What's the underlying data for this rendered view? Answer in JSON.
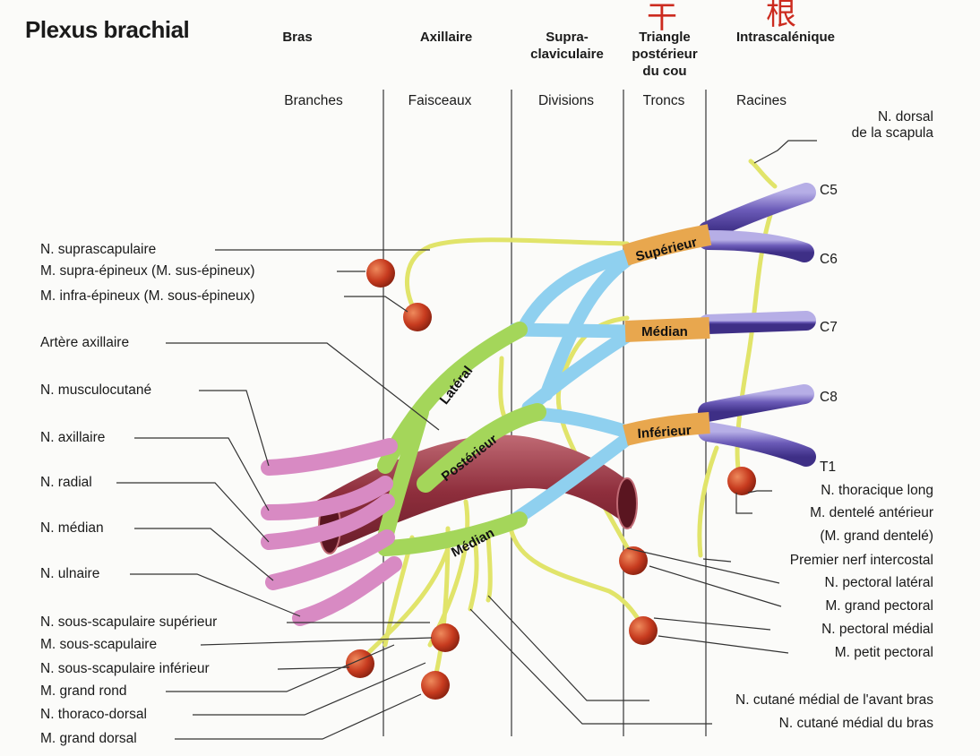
{
  "title": "Plexus brachial",
  "zones": [
    "Bras",
    "Axillaire",
    "Supra-\nclaviculaire",
    "Triangle\npostérieur\ndu cou",
    "Intrascalénique"
  ],
  "columns": [
    "Branches",
    "Faisceaux",
    "Divisions",
    "Troncs",
    "Racines"
  ],
  "roots": [
    "C5",
    "C6",
    "C7",
    "C8",
    "T1"
  ],
  "trunks": [
    "Supérieur",
    "Médian",
    "Inférieur"
  ],
  "cords": [
    "Latéral",
    "Postérieur",
    "Médian"
  ],
  "left_labels": [
    "N. suprascapulaire",
    "M. supra-épineux (M. sus-épineux)",
    "M. infra-épineux (M. sous-épineux)",
    "Artère axillaire",
    "N. musculocutané",
    "N. axillaire",
    "N. radial",
    "N. médian",
    "N. ulnaire",
    "N. sous-scapulaire supérieur",
    "M. sous-scapulaire",
    "N. sous-scapulaire inférieur",
    "M. grand rond",
    "N. thoraco-dorsal",
    "M. grand dorsal"
  ],
  "right_labels": {
    "dorsal_scapula": "N. dorsal\nde la scapula",
    "thoracique_long": "N. thoracique long",
    "dentele": "M. dentelé antérieur",
    "grand_dentele": "(M. grand dentelé)",
    "intercostal": "Premier nerf intercostal",
    "pectoral_lateral": "N. pectoral latéral",
    "grand_pectoral": "M. grand pectoral",
    "pectoral_medial": "N. pectoral médial",
    "petit_pectoral": "M. petit pectoral",
    "cutane_avant_bras": "N. cutané médial de l'avant bras",
    "cutane_bras": "N. cutané médial du bras"
  },
  "annotations": [
    "干",
    "根"
  ],
  "colors": {
    "root": "#6b5bb8",
    "trunk": "#e8a74e",
    "division": "#8fd0ef",
    "lateral": "#a4d65a",
    "branch": "#d88ac3",
    "nerve": "#e1e46a",
    "artery": "#9b3a46",
    "muscle": "#c73b1f"
  }
}
